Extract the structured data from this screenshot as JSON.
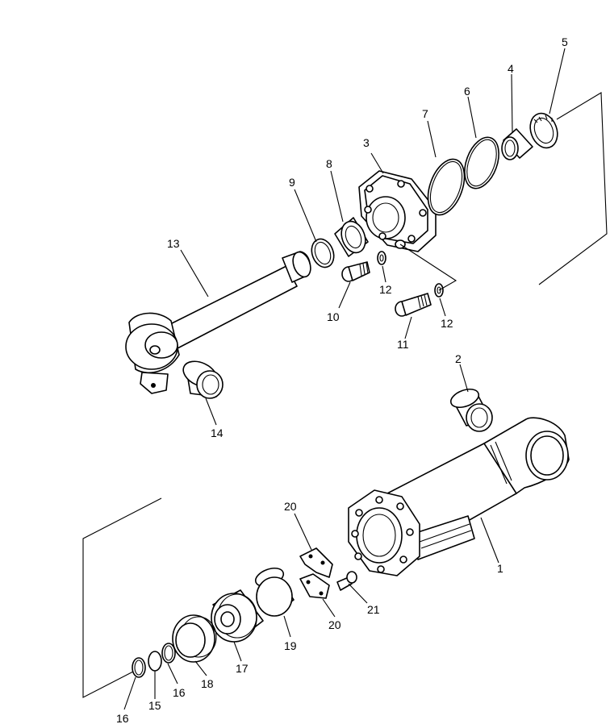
{
  "callouts": {
    "c1": "1",
    "c2": "2",
    "c3": "3",
    "c4": "4",
    "c5": "5",
    "c6": "6",
    "c7": "7",
    "c8": "8",
    "c9": "9",
    "c10": "10",
    "c11": "11",
    "c12a": "12",
    "c12b": "12",
    "c13": "13",
    "c14": "14",
    "c15": "15",
    "c16a": "16",
    "c16b": "16",
    "c17": "17",
    "c18": "18",
    "c19": "19",
    "c20a": "20",
    "c20b": "20",
    "c21": "21"
  }
}
